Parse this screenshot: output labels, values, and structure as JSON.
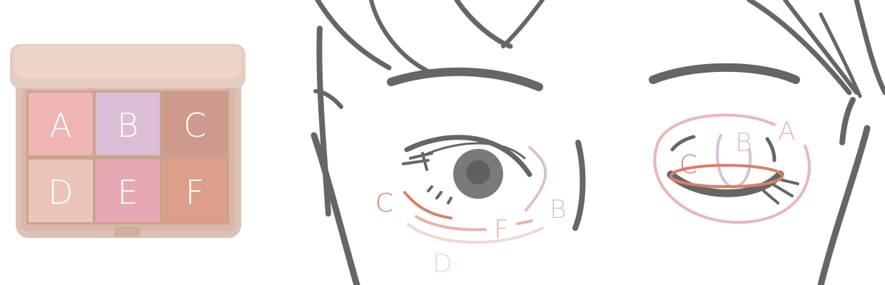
{
  "palette": {
    "pans": [
      {
        "label": "A",
        "color": "#efb4b4"
      },
      {
        "label": "B",
        "color": "#dcbdd6"
      },
      {
        "label": "C",
        "color": "#cf9a8e"
      },
      {
        "label": "D",
        "color": "#ecc4b9"
      },
      {
        "label": "E",
        "color": "#e6a9b3"
      },
      {
        "label": "F",
        "color": "#dc9f8c"
      }
    ],
    "case_color": "#e3c5bb",
    "lid_color": "#ebd2c8"
  },
  "open_eye": {
    "labels": {
      "C": "C",
      "F": "F",
      "D": "D",
      "B": "B"
    }
  },
  "closed_eye": {
    "labels": {
      "A": "A",
      "B": "B",
      "C": "C"
    }
  },
  "colors": {
    "line": "#666666",
    "A": "#ebb5b8",
    "B": "#d7c0d6",
    "C": "#dc7d6c",
    "D": "#f0d8d2",
    "F": "#e9b3a7"
  }
}
